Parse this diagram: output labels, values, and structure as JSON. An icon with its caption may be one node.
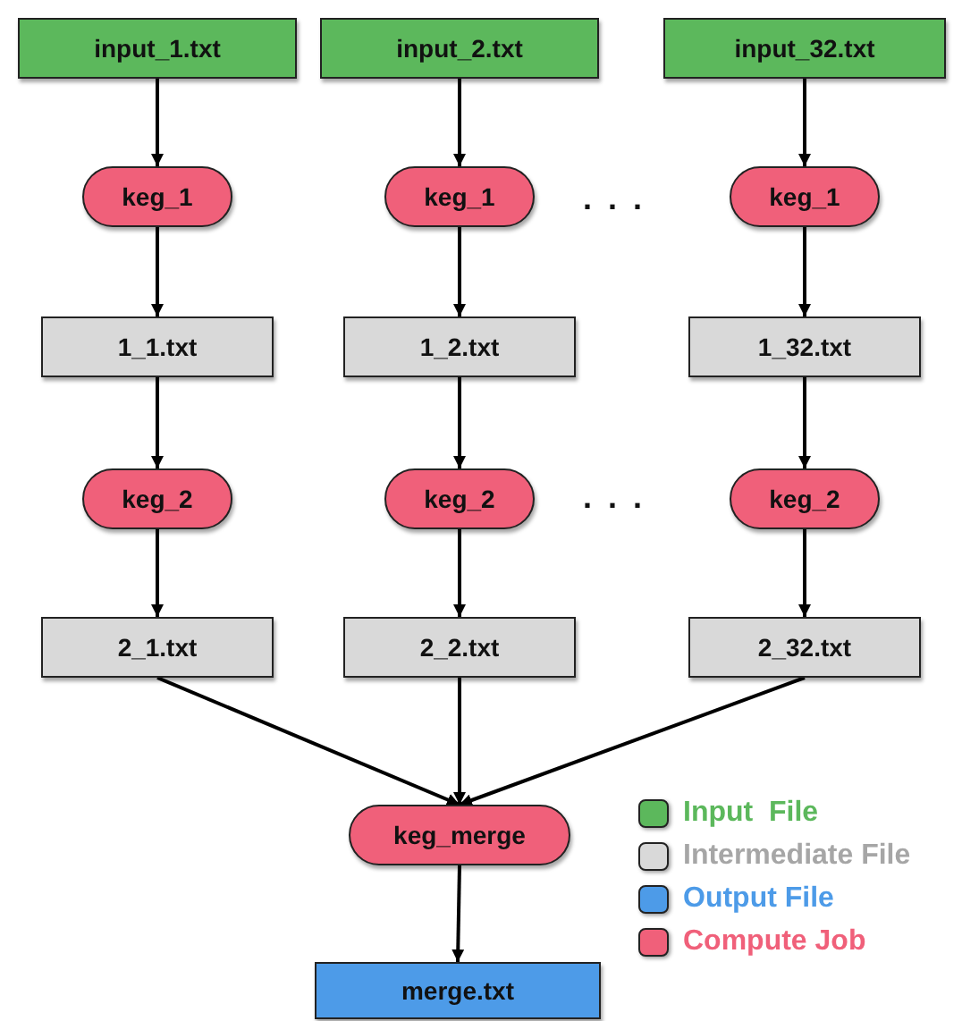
{
  "diagram": {
    "nodes": [
      {
        "text": [
          "input_1.txt"
        ]
      },
      {
        "text": [
          "input_2.txt"
        ]
      },
      {
        "text": [
          "input_32.txt"
        ]
      },
      {
        "text": [
          "keg_1"
        ]
      },
      {
        "text": [
          "keg_1"
        ]
      },
      {
        "text": [
          "keg_1"
        ]
      },
      {
        "text": [
          "1_1.txt"
        ]
      },
      {
        "text": [
          "1_2.txt"
        ]
      },
      {
        "text": [
          "1_32.txt"
        ]
      },
      {
        "text": [
          "keg_2"
        ]
      },
      {
        "text": [
          "keg_2"
        ]
      },
      {
        "text": [
          "keg_2"
        ]
      },
      {
        "text": [
          "2_1.txt"
        ]
      },
      {
        "text": [
          "2_2.txt"
        ]
      },
      {
        "text": [
          "2_32.txt"
        ]
      },
      {
        "text": [
          "keg_merge"
        ]
      },
      {
        "text": [
          "merge.txt"
        ]
      }
    ],
    "edges": [
      {
        "from": 0,
        "to": 3,
        "arrow": "to"
      },
      {
        "from": 1,
        "to": 4,
        "arrow": "to"
      },
      {
        "from": 2,
        "to": 5,
        "arrow": "to"
      },
      {
        "from": 3,
        "to": 6,
        "arrow": "to"
      },
      {
        "from": 4,
        "to": 7,
        "arrow": "to"
      },
      {
        "from": 5,
        "to": 8,
        "arrow": "to"
      },
      {
        "from": 6,
        "to": 9,
        "arrow": "to"
      },
      {
        "from": 7,
        "to": 10,
        "arrow": "to"
      },
      {
        "from": 8,
        "to": 11,
        "arrow": "to"
      },
      {
        "from": 9,
        "to": 12,
        "arrow": "to"
      },
      {
        "from": 10,
        "to": 13,
        "arrow": "to"
      },
      {
        "from": 11,
        "to": 14,
        "arrow": "to"
      },
      {
        "from": 12,
        "to": 15,
        "arrow": "to"
      },
      {
        "from": 13,
        "to": 15,
        "arrow": "to"
      },
      {
        "from": 14,
        "to": 15,
        "arrow": "to"
      },
      {
        "from": 15,
        "to": 16,
        "arrow": "to"
      }
    ],
    "labels": [
      ". . .",
      ". . ."
    ],
    "legend": [
      {
        "text": "Input  File",
        "color": "#5cb85c"
      },
      {
        "text": "Intermediate File",
        "color": "#d9d9d9"
      },
      {
        "text": "Output File",
        "color": "#4d9be8"
      },
      {
        "text": "Compute Job",
        "color": "#f0607a"
      }
    ]
  }
}
